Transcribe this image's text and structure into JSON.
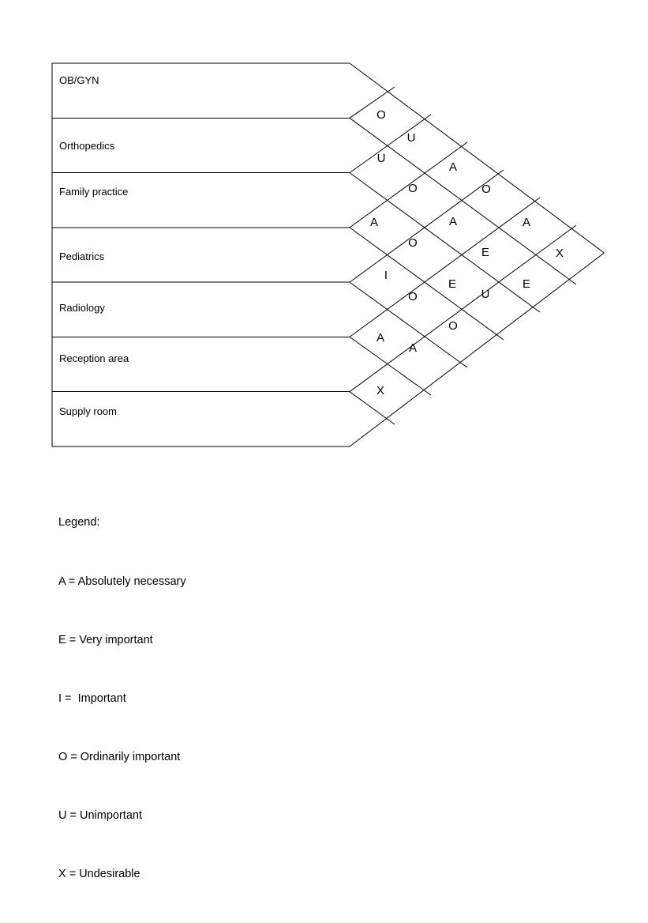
{
  "chart_data": {
    "type": "table",
    "title": "",
    "chart_kind": "activity-relationship-chart",
    "activities": [
      "OB/GYN",
      "Orthopedics",
      "Family practice",
      "Pediatrics",
      "Radiology",
      "Reception area",
      "Supply room"
    ],
    "rating_codes": [
      "A",
      "E",
      "I",
      "O",
      "U",
      "X"
    ],
    "columns": [
      {
        "from": "OB/GYN",
        "values": [
          "O",
          "U",
          "A",
          "I",
          "A",
          "X"
        ]
      },
      {
        "from": "Orthopedics",
        "values": [
          "U",
          "O",
          "O",
          "O",
          "A"
        ]
      },
      {
        "from": "Family practice",
        "values": [
          "A",
          "A",
          "E",
          "O"
        ]
      },
      {
        "from": "Pediatrics",
        "values": [
          "O",
          "E",
          "U"
        ]
      },
      {
        "from": "Radiology",
        "values": [
          "A",
          "E"
        ]
      },
      {
        "from": "Reception area",
        "values": [
          "X"
        ]
      }
    ],
    "pairs": [
      {
        "a": "OB/GYN",
        "b": "Orthopedics",
        "rating": "O"
      },
      {
        "a": "OB/GYN",
        "b": "Family practice",
        "rating": "U"
      },
      {
        "a": "OB/GYN",
        "b": "Pediatrics",
        "rating": "A"
      },
      {
        "a": "OB/GYN",
        "b": "Radiology",
        "rating": "I"
      },
      {
        "a": "OB/GYN",
        "b": "Reception area",
        "rating": "A"
      },
      {
        "a": "OB/GYN",
        "b": "Supply room",
        "rating": "X"
      },
      {
        "a": "Orthopedics",
        "b": "Family practice",
        "rating": "U"
      },
      {
        "a": "Orthopedics",
        "b": "Pediatrics",
        "rating": "O"
      },
      {
        "a": "Orthopedics",
        "b": "Radiology",
        "rating": "O"
      },
      {
        "a": "Orthopedics",
        "b": "Reception area",
        "rating": "O"
      },
      {
        "a": "Orthopedics",
        "b": "Supply room",
        "rating": "A"
      },
      {
        "a": "Family practice",
        "b": "Pediatrics",
        "rating": "A"
      },
      {
        "a": "Family practice",
        "b": "Radiology",
        "rating": "A"
      },
      {
        "a": "Family practice",
        "b": "Reception area",
        "rating": "E"
      },
      {
        "a": "Family practice",
        "b": "Supply room",
        "rating": "O"
      },
      {
        "a": "Pediatrics",
        "b": "Radiology",
        "rating": "O"
      },
      {
        "a": "Pediatrics",
        "b": "Reception area",
        "rating": "E"
      },
      {
        "a": "Pediatrics",
        "b": "Supply room",
        "rating": "U"
      },
      {
        "a": "Radiology",
        "b": "Reception area",
        "rating": "A"
      },
      {
        "a": "Radiology",
        "b": "Supply room",
        "rating": "E"
      },
      {
        "a": "Reception area",
        "b": "Supply room",
        "rating": "X"
      }
    ]
  },
  "activities": {
    "items": [
      {
        "label": "OB/GYN"
      },
      {
        "label": "Orthopedics"
      },
      {
        "label": "Family practice"
      },
      {
        "label": "Pediatrics"
      },
      {
        "label": "Radiology"
      },
      {
        "label": "Reception area"
      },
      {
        "label": "Supply room"
      }
    ]
  },
  "ratings": {
    "col1": [
      "O",
      "U",
      "A",
      "I",
      "A",
      "X"
    ],
    "col2": [
      "U",
      "O",
      "O",
      "O",
      "A"
    ],
    "col3": [
      "A",
      "A",
      "E",
      "O"
    ],
    "col4": [
      "O",
      "E",
      "U"
    ],
    "col5": [
      "A",
      "E"
    ],
    "col6": [
      "X"
    ]
  },
  "legend": {
    "heading": "Legend:",
    "entries": [
      "A = Absolutely necessary",
      "E = Very important",
      "I =  Important",
      "O = Ordinarily important",
      "U = Unimportant",
      "X = Undesirable"
    ]
  }
}
